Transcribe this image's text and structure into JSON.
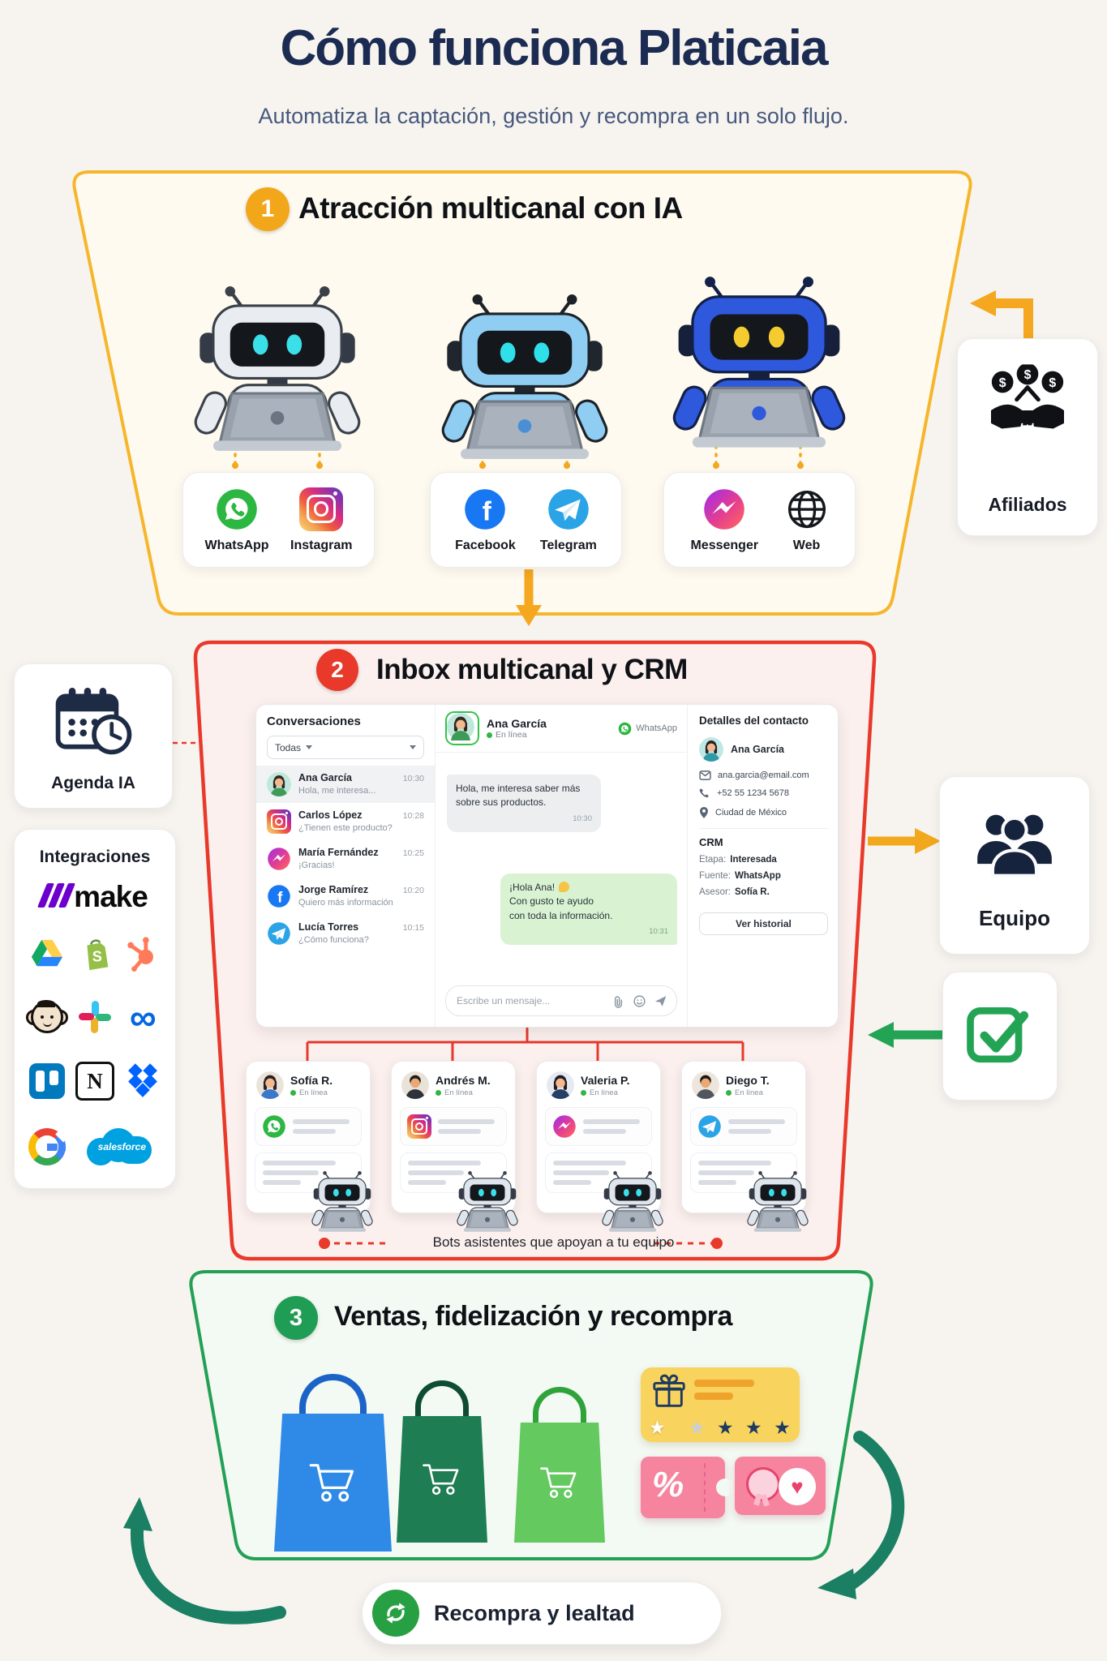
{
  "header": {
    "title": "Cómo funciona Platicaia",
    "subtitle": "Automatiza la captación, gestión y recompra en un solo flujo."
  },
  "colors": {
    "accent_yellow": "#F2A71B",
    "accent_red": "#E8392B",
    "accent_green": "#23A455",
    "teal_arrow": "#1A7F63",
    "whatsapp": "#2CB742",
    "facebook": "#1877F2",
    "telegram": "#2AA4E6",
    "navy_title": "#1B2B52"
  },
  "icon_glyphs": {
    "facebook": "f",
    "shopify": "S",
    "notion": "N",
    "meta": "∞",
    "dollar": "$",
    "star": "★",
    "percent": "%",
    "heart": "♥",
    "make_text": "make",
    "salesforce": "salesforce"
  },
  "section1": {
    "number": "1",
    "title": "Atracción multicanal con IA",
    "channels": {
      "c1a": "WhatsApp",
      "c1b": "Instagram",
      "c2a": "Facebook",
      "c2b": "Telegram",
      "c3a": "Messenger",
      "c3b": "Web"
    },
    "affiliates": "Afiliados"
  },
  "section2": {
    "number": "2",
    "title": "Inbox multicanal y CRM",
    "inbox": {
      "title": "Conversaciones",
      "filter": "Todas",
      "items": [
        {
          "name": "Ana García",
          "time": "10:30",
          "preview": "Hola, me interesa..."
        },
        {
          "name": "Carlos López",
          "time": "10:28",
          "preview": "¿Tienen este producto?"
        },
        {
          "name": "María Fernández",
          "time": "10:25",
          "preview": "¡Gracias!"
        },
        {
          "name": "Jorge Ramírez",
          "time": "10:20",
          "preview": "Quiero más información"
        },
        {
          "name": "Lucía Torres",
          "time": "10:15",
          "preview": "¿Cómo funciona?"
        }
      ]
    },
    "chat": {
      "name": "Ana García",
      "status": "En línea",
      "channel": "WhatsApp",
      "in_msg": "Hola, me interesa saber más sobre sus productos.",
      "in_time": "10:30",
      "out1": "¡Hola Ana!",
      "out2": "Con gusto te ayudo",
      "out3": "con toda la información.",
      "out_time": "10:31",
      "placeholder": "Escribe un mensaje..."
    },
    "details": {
      "title": "Detalles del contacto",
      "name": "Ana García",
      "email": "ana.garcia@email.com",
      "phone": "+52 55 1234 5678",
      "city": "Ciudad de México",
      "crm": "CRM",
      "etapa_l": "Etapa:",
      "etapa": "Interesada",
      "fuente_l": "Fuente:",
      "fuente": "WhatsApp",
      "asesor_l": "Asesor:",
      "asesor": "Sofía R.",
      "btn": "Ver historial"
    },
    "team": [
      {
        "name": "Sofía R.",
        "status": "En línea"
      },
      {
        "name": "Andrés M.",
        "status": "En línea"
      },
      {
        "name": "Valeria P.",
        "status": "En línea"
      },
      {
        "name": "Diego T.",
        "status": "En línea"
      }
    ],
    "caption": "Bots asistentes que apoyan a tu equipo"
  },
  "sidebar": {
    "agenda": "Agenda IA",
    "integraciones": "Integraciones",
    "integration_names": [
      "make",
      "Google Drive",
      "Shopify",
      "HubSpot",
      "Mailchimp",
      "Slack",
      "Meta",
      "Trello",
      "Notion",
      "Dropbox",
      "Google",
      "Salesforce"
    ]
  },
  "right": {
    "equipo": "Equipo"
  },
  "section3": {
    "number": "3",
    "title": "Ventas, fidelización y recompra"
  },
  "footer": {
    "recompra": "Recompra y lealtad"
  }
}
